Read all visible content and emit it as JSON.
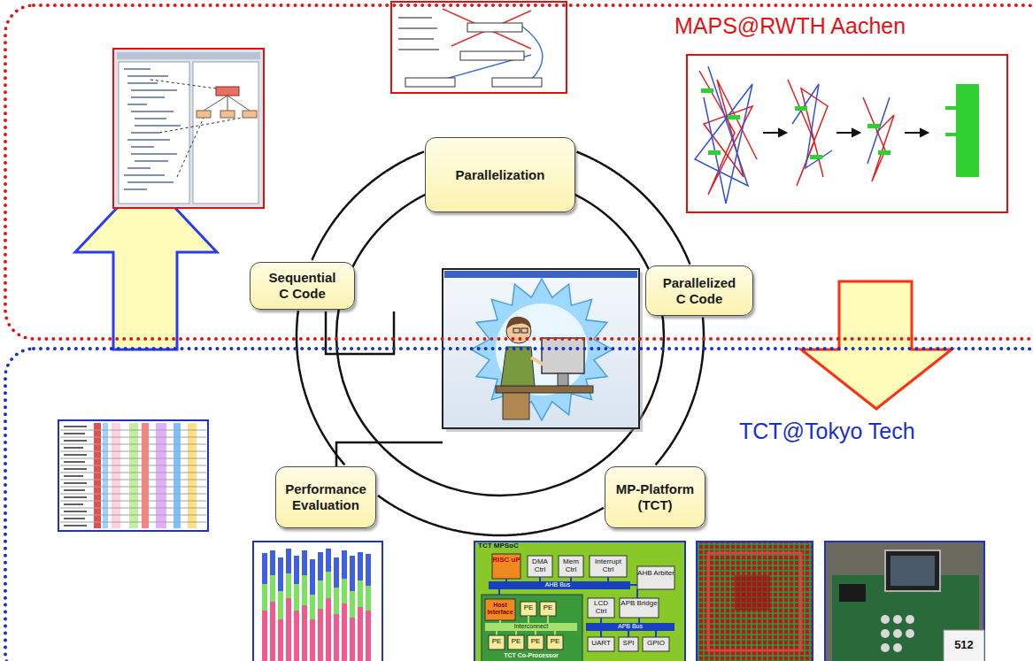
{
  "diagram": {
    "nodes": [
      {
        "text": [
          "MAPS@RWTH Aachen"
        ]
      },
      {
        "text": [
          "Parallelization"
        ],
        "in": 0
      },
      {
        "text": [
          "Sequential C Code"
        ],
        "in": 0
      },
      {
        "text": [
          "Parallelized C Code"
        ],
        "in": 0
      },
      {
        "text": [
          "TCT@Tokyo Tech"
        ]
      },
      {
        "text": [
          "Performance Evaluation"
        ],
        "in": 4
      },
      {
        "text": [
          "MP-Platform (TCT)"
        ],
        "in": 4
      }
    ],
    "edges": [
      {
        "from": 2,
        "to": 1,
        "arrow": "none"
      },
      {
        "from": 1,
        "to": 3,
        "arrow": "none"
      },
      {
        "from": 3,
        "to": 6,
        "arrow": "none"
      },
      {
        "from": 6,
        "to": 5,
        "arrow": "none"
      },
      {
        "from": 5,
        "to": 2,
        "arrow": "none"
      }
    ],
    "labels": [
      "TCT MPSoC",
      "RISC uP",
      "DMA Ctrl",
      "Mem Ctrl",
      "Interrupt Ctrl",
      "AHB Arbiter",
      "AHB Bus",
      "Host Interface",
      "PE",
      "PE",
      "LCD Ctrl",
      "APB Bridge",
      "Interconnect",
      "APB Bus",
      "PE",
      "PE",
      "PE",
      "PE",
      "UART",
      "SPI",
      "GPIO",
      "TCT Co-Processor",
      "512"
    ]
  }
}
